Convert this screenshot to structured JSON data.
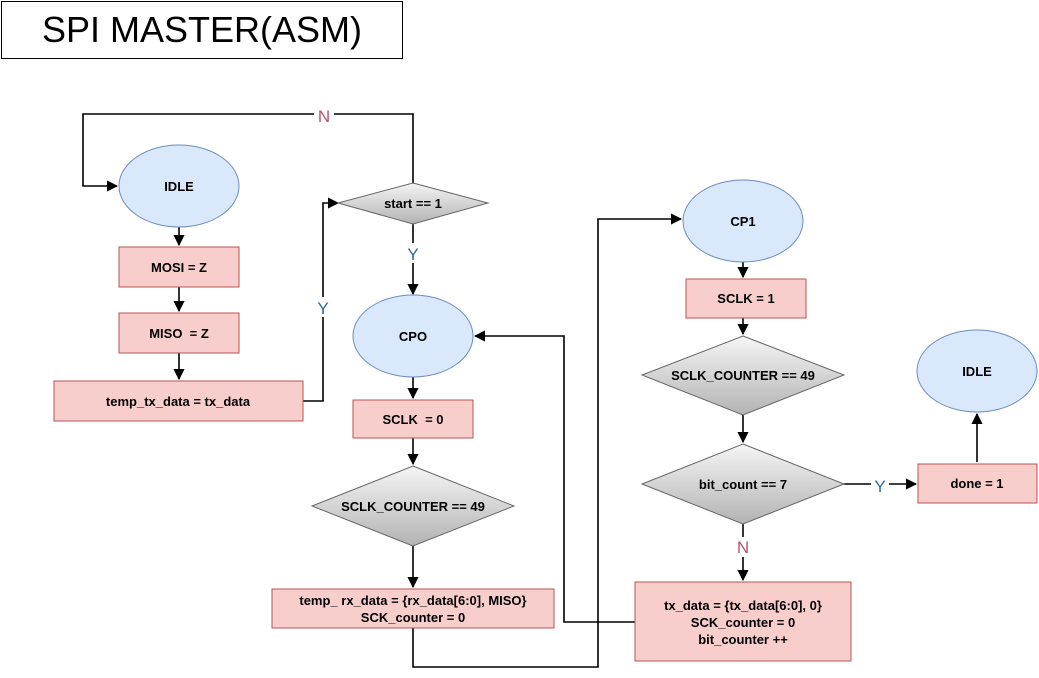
{
  "title": "SPI MASTER(ASM)",
  "colors": {
    "state_fill": "#dae8fc",
    "state_stroke": "#6c8ebf",
    "action_fill": "#f8cecc",
    "action_stroke": "#b85450",
    "decision_fill_top": "#f5f5f5",
    "decision_fill_bottom": "#b3b3b3",
    "label_no": "#b5536b",
    "label_yes": "#2e6a9a"
  },
  "states": {
    "idle_start": "IDLE",
    "cp0": "CPO",
    "cp1": "CP1",
    "idle_end": "IDLE"
  },
  "actions": {
    "mosi": "MOSI = Z",
    "miso": "MISO  = Z",
    "temp_tx": "temp_tx_data = tx_data",
    "sclk0": "SCLK  = 0",
    "rx_line1": "temp_ rx_data = {rx_data[6:0], MISO}",
    "rx_line2": "SCK_counter = 0",
    "sclk1": "SCLK = 1",
    "done": "done = 1",
    "tx_line1": "tx_data = {tx_data[6:0], 0}",
    "tx_line2": "SCK_counter = 0",
    "tx_line3": "bit_counter ++"
  },
  "decisions": {
    "start": "start == 1",
    "sclk_counter_a": "SCLK_COUNTER == 49",
    "sclk_counter_b": "SCLK_COUNTER == 49",
    "bit_count": "bit_count == 7"
  },
  "edge_labels": {
    "start_no": "N",
    "start_yes_down": "Y",
    "start_yes_left": "Y",
    "bitcount_yes": "Y",
    "bitcount_no": "N"
  }
}
